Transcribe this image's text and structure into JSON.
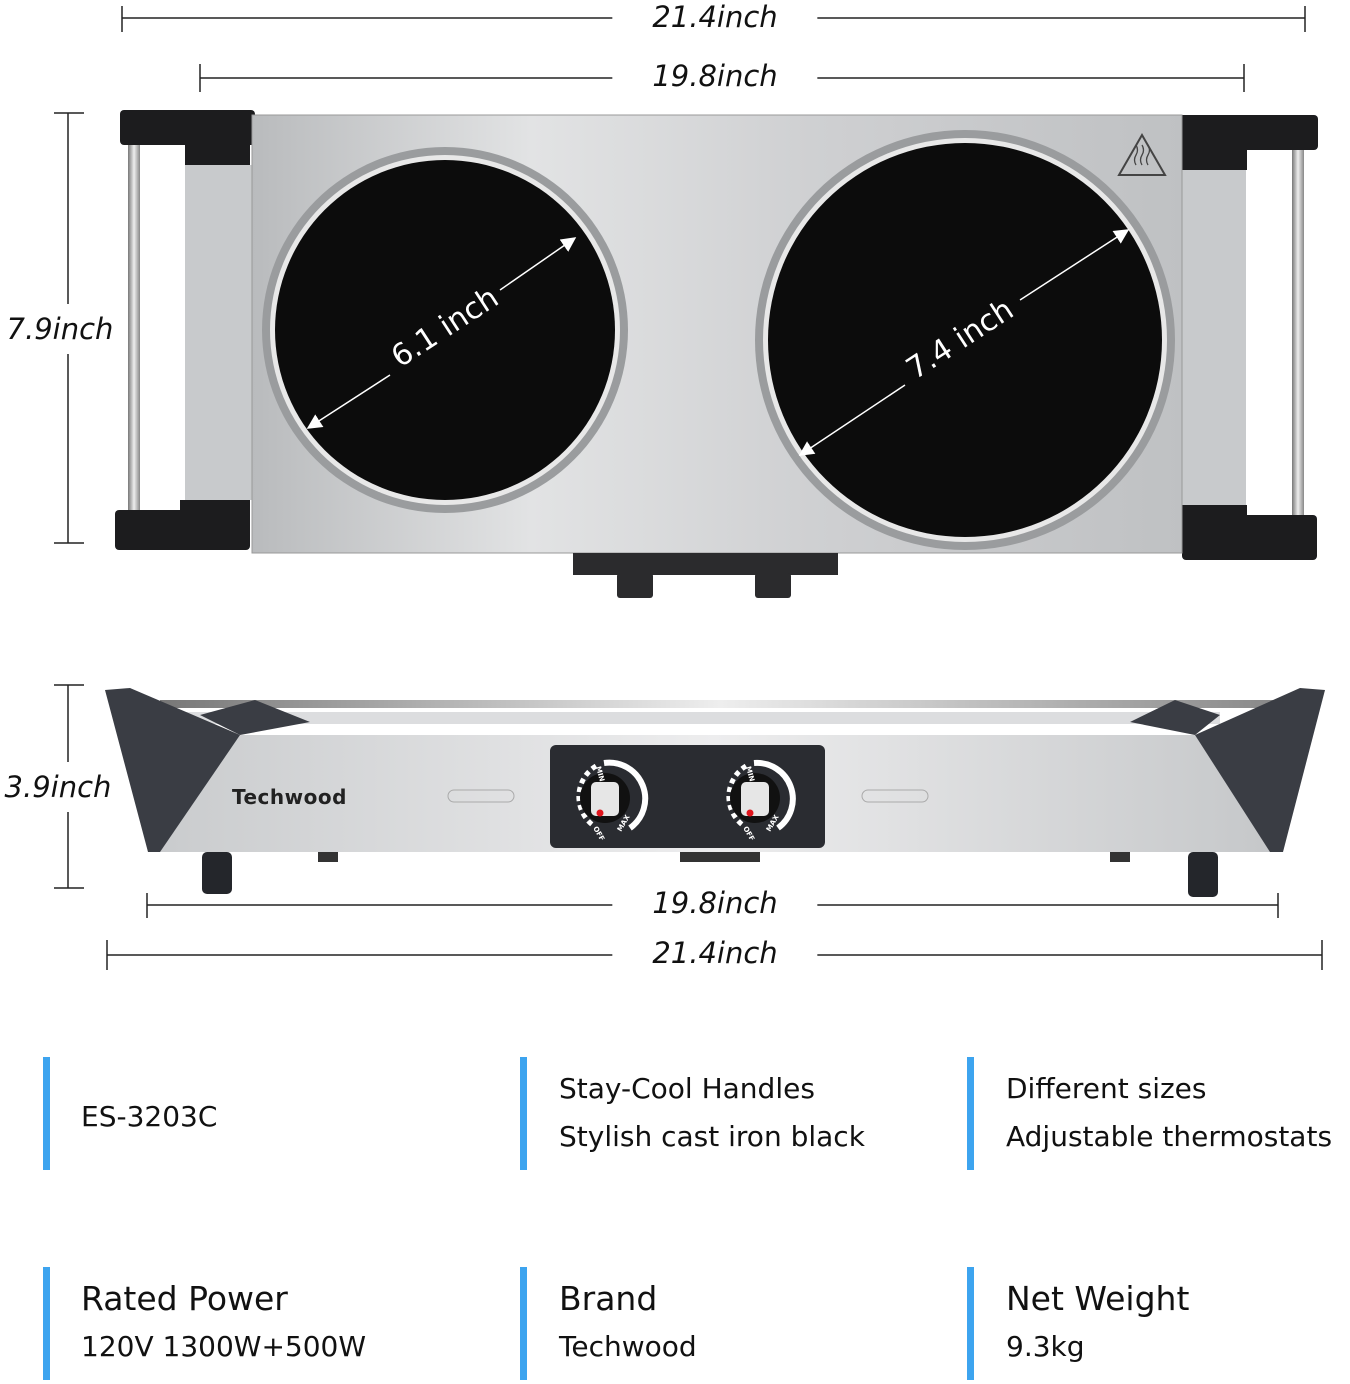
{
  "dimensions": {
    "top_total_width": "21.4inch",
    "top_body_width": "19.8inch",
    "depth": "7.9inch",
    "height": "3.9inch",
    "bottom_body_width": "19.8inch",
    "bottom_total_width": "21.4inch",
    "small_burner": "6.1 inch",
    "large_burner": "7.4 inch"
  },
  "product": {
    "brand_logo": "Techwood",
    "knob_labels": {
      "min": "MIN",
      "max": "MAX",
      "off": "OFF"
    },
    "warning_icon": "hot-surface-warning-icon",
    "indicator_color": "#e0141c"
  },
  "specs_top": [
    {
      "lines": [
        "ES-3203C"
      ]
    },
    {
      "lines": [
        "Stay-Cool Handles",
        "Stylish cast iron black"
      ]
    },
    {
      "lines": [
        "Different sizes",
        "Adjustable thermostats"
      ]
    }
  ],
  "specs_bottom": [
    {
      "title": "Rated Power",
      "value": "120V 1300W+500W"
    },
    {
      "title": "Brand",
      "value": "Techwood"
    },
    {
      "title": "Net Weight",
      "value": "9.3kg"
    }
  ],
  "colors": {
    "accent_bar": "#3da4ef",
    "steel": "#cfd1d3",
    "burner": "#0c0c0c"
  }
}
